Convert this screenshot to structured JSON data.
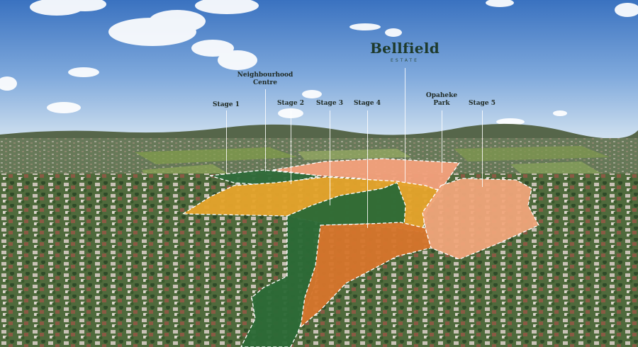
{
  "brand": {
    "name": "Bellfield",
    "subtitle": "ESTATE"
  },
  "labels": {
    "neighbourhood_centre_line1": "Neighbourhood",
    "neighbourhood_centre_line2": "Centre",
    "stage1": "Stage 1",
    "stage2": "Stage 2",
    "stage3": "Stage 3",
    "stage4": "Stage 4",
    "opaheke_park_line1": "Opaheke",
    "opaheke_park_line2": "Park",
    "stage5": "Stage 5"
  },
  "colors": {
    "sky_top": "#3d74c2",
    "sky_horizon": "#c9dcee",
    "neighbourhood_centre": "#2f6b3a",
    "stage1": "#2f6b3a",
    "stage2": "#e6a82a",
    "stage3": "#2f6b3a",
    "stage4": "#d9782a",
    "opaheke_park": "#f0a07e",
    "stage5": "#f2a77a"
  }
}
